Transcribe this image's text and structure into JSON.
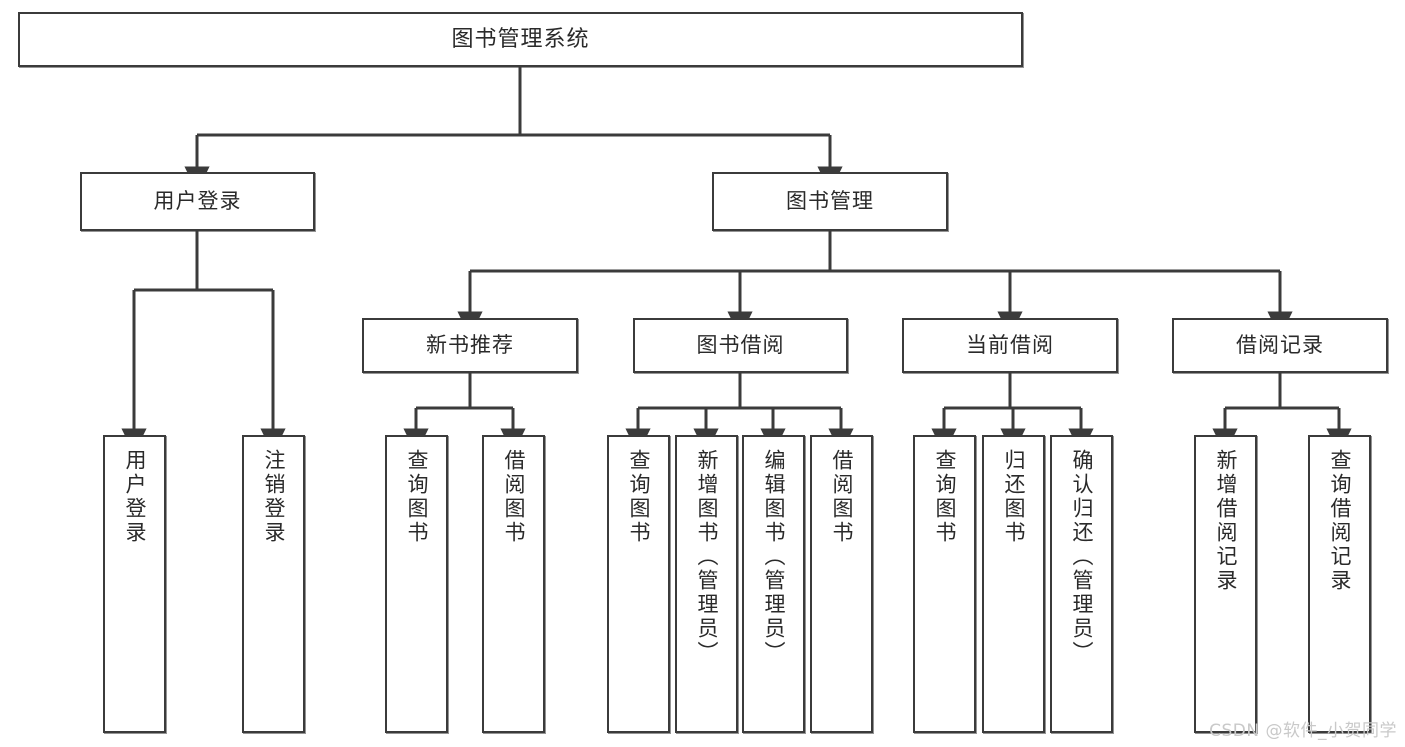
{
  "diagram": {
    "type": "tree",
    "title": "图书管理系统",
    "watermark": "CSDN @软件_小贺同学",
    "colors": {
      "box_border": "#3b3b3b",
      "box_fill": "#ffffff",
      "connector": "#3b3b3b",
      "text": "#2a2a2a",
      "watermark": "#c9c9c9"
    },
    "root": {
      "label": "图书管理系统"
    },
    "level2": [
      {
        "label": "用户登录"
      },
      {
        "label": "图书管理"
      }
    ],
    "level3": [
      {
        "label": "新书推荐"
      },
      {
        "label": "图书借阅"
      },
      {
        "label": "当前借阅"
      },
      {
        "label": "借阅记录"
      }
    ],
    "leaves": {
      "user_login": [
        {
          "label": "用户登录"
        },
        {
          "label": "注销登录"
        }
      ],
      "new_book": [
        {
          "label": "查询图书"
        },
        {
          "label": "借阅图书"
        }
      ],
      "borrow_book": [
        {
          "label": "查询图书"
        },
        {
          "label": "新增图书（管理员）"
        },
        {
          "label": "编辑图书（管理员）"
        },
        {
          "label": "借阅图书"
        }
      ],
      "current_borrow": [
        {
          "label": "查询图书"
        },
        {
          "label": "归还图书"
        },
        {
          "label": "确认归还（管理员）"
        }
      ],
      "borrow_record": [
        {
          "label": "新增借阅记录"
        },
        {
          "label": "查询借阅记录"
        }
      ]
    }
  }
}
